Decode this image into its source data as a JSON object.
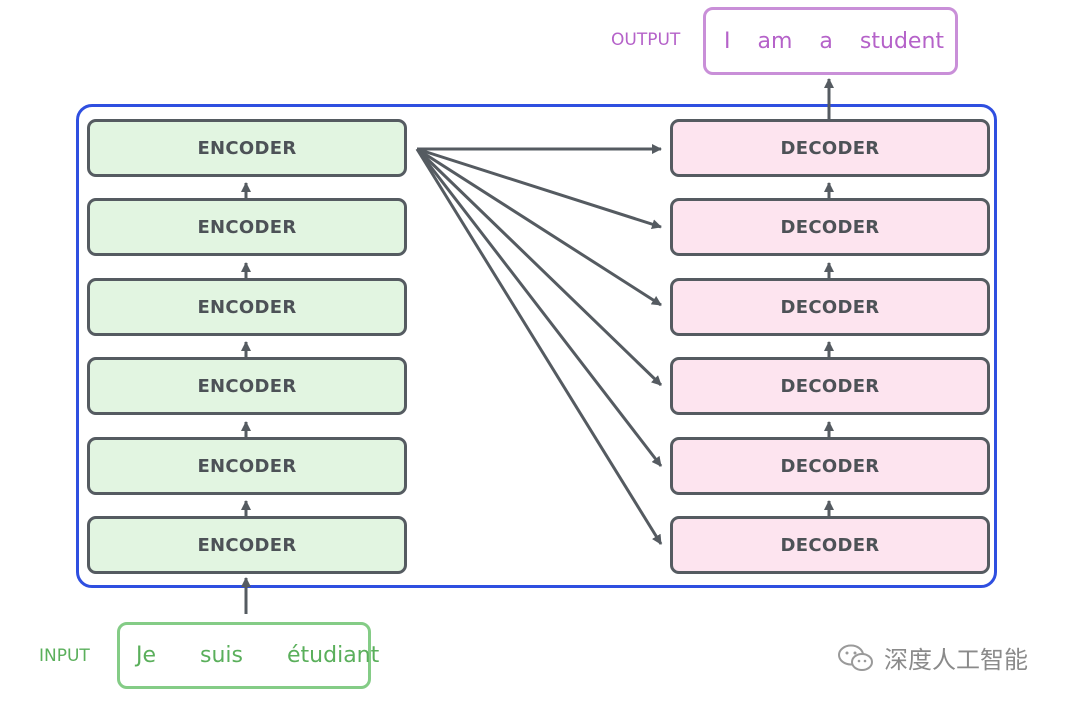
{
  "encoder_label": "ENCODER",
  "decoder_label": "DECODER",
  "input": {
    "label": "INPUT",
    "words": [
      "Je",
      "suis",
      "étudiant"
    ]
  },
  "output": {
    "label": "OUTPUT",
    "words": [
      "I",
      "am",
      "a",
      "student"
    ]
  },
  "watermark": {
    "text": "深度人工智能",
    "icon": "wechat-icon"
  },
  "colors": {
    "frame": "#2f4fe0",
    "encoder_fill": "#e2f5e1",
    "decoder_fill": "#fde4ef",
    "block_border": "#555b61",
    "input": "#5aaf5b",
    "output": "#b562c9",
    "arrow": "#555b61"
  }
}
